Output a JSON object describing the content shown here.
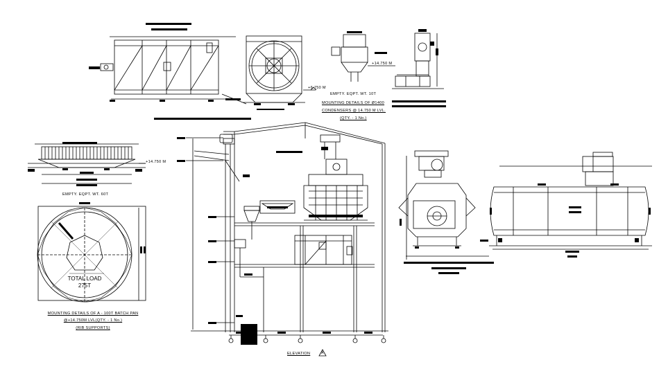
{
  "condenser_detail": {
    "level_tag": "+14.750 M",
    "weight_note": "EMPTY. EQPT. WT. 10T",
    "title_line1": "MOUNTING DETAILS OF Ø1400",
    "title_line2": "CONDENSERS @ 14.750 M LVL.",
    "title_line3": "(QTY. - 1 No.)"
  },
  "crystallizer_detail": {
    "level_tag": "+6.750 M"
  },
  "batch_pan_detail": {
    "level_tag": "+14.750 M",
    "weight_note": "EMPTY. EQPT. WT. 60T",
    "total_load_label": "TOTAL LOAD",
    "total_load_value": "275T",
    "title_line1": "MOUNTING DETAILS OF A - 100T BATCH PAN",
    "title_line2": "@+14.750M LVL(QTY. - 1 No.)",
    "title_line3": "(RIB SUPPORTS)"
  },
  "elevation": {
    "title": "ELEVATION",
    "section_mark": "A"
  },
  "colors": {
    "line": "#000000",
    "background": "#ffffff"
  }
}
